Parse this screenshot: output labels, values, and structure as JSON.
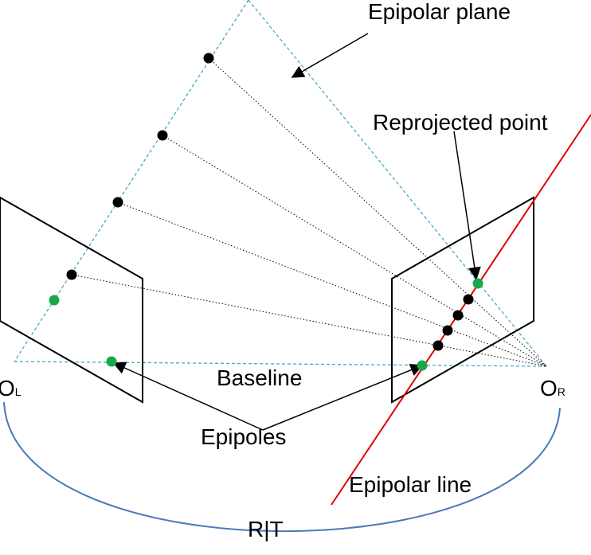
{
  "labels": {
    "epipolar_plane": "Epipolar plane",
    "reprojected_point": "Reprojected point",
    "baseline": "Baseline",
    "epipoles": "Epipoles",
    "epipolar_line": "Epipolar line",
    "transform": "R|T",
    "left_origin_main": "O",
    "left_origin_sub": "L",
    "right_origin_main": "O",
    "right_origin_sub": "R"
  },
  "colors": {
    "plane_edge": "#4aa8c8",
    "epipolar_line": "#e00000",
    "frame": "#000000",
    "world_point": "#000000",
    "epipole": "#1aa84a",
    "transform_arc": "#4a7ab8"
  }
}
